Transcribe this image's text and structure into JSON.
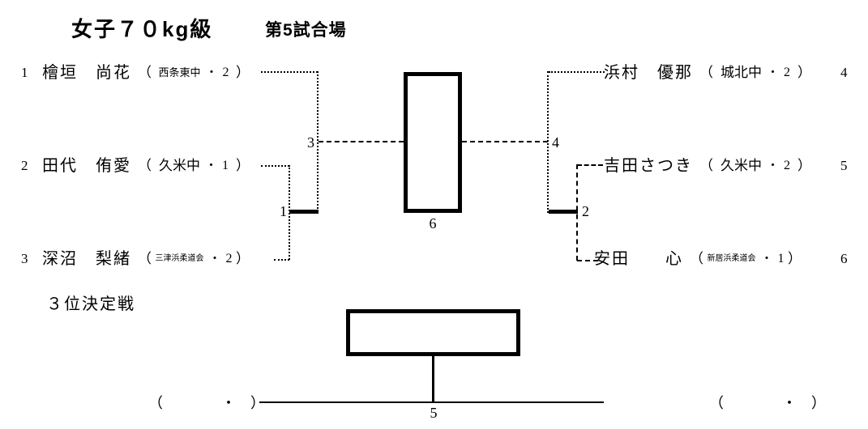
{
  "header": {
    "title": "女子７０kg級",
    "venue": "第5試合場"
  },
  "symbols": {
    "open": "（",
    "dot": "・",
    "close": "）"
  },
  "bracket": {
    "left_players": [
      {
        "seed": "1",
        "name": "檜垣　尚花",
        "affiliation": "西条東中",
        "grade": "2"
      },
      {
        "seed": "2",
        "name": "田代　侑愛",
        "affiliation": "久米中",
        "grade": "1"
      },
      {
        "seed": "3",
        "name": "深沼　梨緒",
        "affiliation": "三津浜柔道会",
        "grade": "2"
      }
    ],
    "right_players": [
      {
        "seed": "4",
        "name": "浜村　優那",
        "affiliation": "城北中",
        "grade": "2"
      },
      {
        "seed": "5",
        "name": "吉田さつき",
        "affiliation": "久米中",
        "grade": "2"
      },
      {
        "seed": "6",
        "name": "安田　　心",
        "affiliation": "新居浜柔道会",
        "grade": "1"
      }
    ],
    "match_numbers": {
      "match1": "1",
      "match2": "2",
      "semi_left": "3",
      "semi_right": "4",
      "third_place": "5",
      "final": "6"
    }
  },
  "third_place": {
    "heading": "３位決定戦",
    "left_slot": "（　　　　・　）",
    "right_slot": "（　　　　・　）"
  }
}
